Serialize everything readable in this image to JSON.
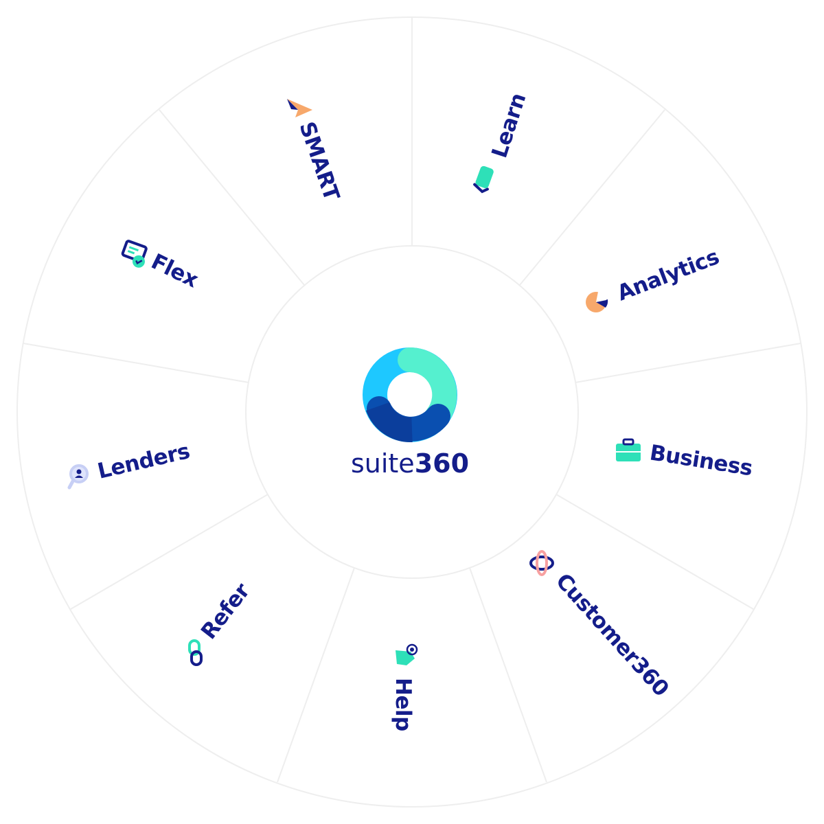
{
  "brand": {
    "word": "suite",
    "number": "360",
    "logo_colors": [
      "#1ec8ff",
      "#55f0cf",
      "#0a4fb0",
      "#0b3e9c"
    ],
    "text_color": "#141d8a"
  },
  "segments": [
    {
      "label": "SMART",
      "icon": "paper-plane-icon",
      "color": "#f7a86b"
    },
    {
      "label": "Learn",
      "icon": "graduation-hand-icon",
      "color": "#2ee0b8"
    },
    {
      "label": "Analytics",
      "icon": "pie-chart-icon",
      "color": "#f7a86b"
    },
    {
      "label": "Business",
      "icon": "briefcase-icon",
      "color": "#2ee0b8"
    },
    {
      "label": "Customer360",
      "icon": "orbit-icon",
      "color": "#f7a0a0"
    },
    {
      "label": "Help",
      "icon": "pointer-hand-icon",
      "color": "#2ee0b8"
    },
    {
      "label": "Refer",
      "icon": "link-icon",
      "color": "#2ee0b8"
    },
    {
      "label": "Lenders",
      "icon": "magnifier-person-icon",
      "color": "#c7cff5"
    },
    {
      "label": "Flex",
      "icon": "document-check-icon",
      "color": "#2ee0b8"
    }
  ]
}
